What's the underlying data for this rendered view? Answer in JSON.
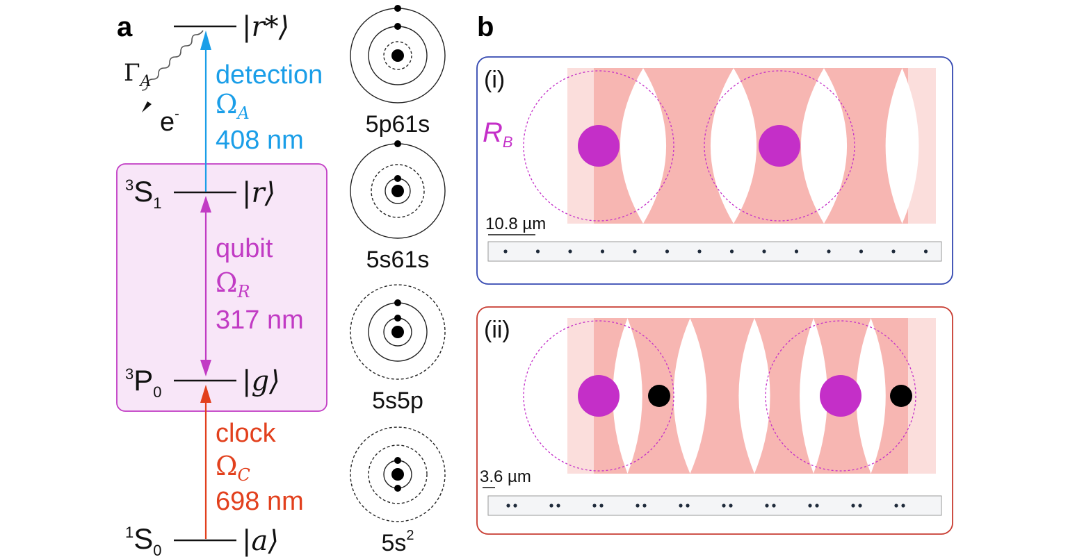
{
  "panel_a": {
    "label": "a",
    "levels": {
      "rstar": {
        "ket": "r*"
      },
      "r": {
        "term_sup": "3",
        "term_main": "S",
        "term_sub": "1",
        "ket": "r"
      },
      "g": {
        "term_sup": "3",
        "term_main": "P",
        "term_sub": "0",
        "ket": "g"
      },
      "a": {
        "term_sup": "1",
        "term_main": "S",
        "term_sub": "0",
        "ket": "a"
      }
    },
    "decay": {
      "symbol": "Γ",
      "subscript": "A",
      "product": "e",
      "product_sup": "-"
    },
    "transitions": [
      {
        "name": "detection",
        "rabi": "Ω",
        "rabi_sub": "A",
        "wavelength": "408 nm",
        "color": "#1a9ee8"
      },
      {
        "name": "qubit",
        "rabi": "Ω",
        "rabi_sub": "R",
        "wavelength": "317 nm",
        "color": "#c13bc4"
      },
      {
        "name": "clock",
        "rabi": "Ω",
        "rabi_sub": "C",
        "wavelength": "698 nm",
        "color": "#e2401d"
      }
    ],
    "qubit_box": {
      "fill": "#f8e6f8",
      "stroke": "#c13bc4"
    },
    "orbitals": [
      {
        "config": "5p61s",
        "config_sup": ""
      },
      {
        "config": "5s61s",
        "config_sup": ""
      },
      {
        "config": "5s5p",
        "config_sup": ""
      },
      {
        "config": "5s",
        "config_sup": "2"
      }
    ]
  },
  "panel_b": {
    "label": "b",
    "radius_label": "R",
    "radius_sub": "B",
    "atom_color": "#c42fc8",
    "beam_color": "#f07a72",
    "subpanels": [
      {
        "label": "(i)",
        "scale_bar": "10.8 µm",
        "border": "#3347b0"
      },
      {
        "label": "(ii)",
        "scale_bar": "3.6 µm",
        "border": "#c83b30"
      }
    ]
  }
}
